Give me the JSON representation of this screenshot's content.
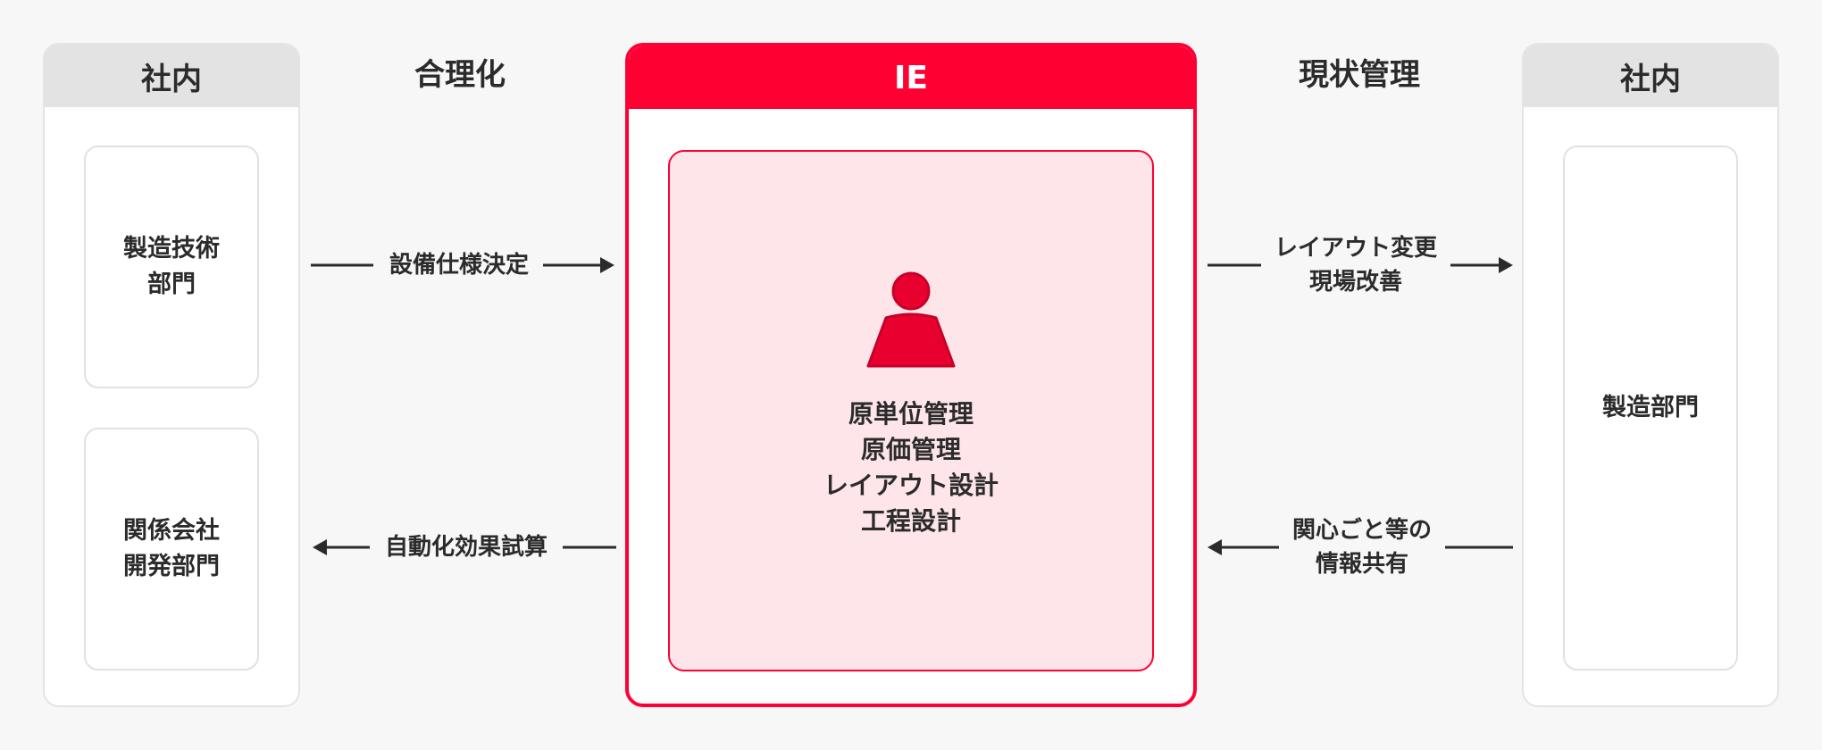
{
  "left_panel": {
    "header": "社内",
    "boxes": [
      "製造技術\n部門",
      "関係会社\n開発部門"
    ]
  },
  "right_panel": {
    "header": "社内",
    "box": "製造部門"
  },
  "headings": {
    "rationalize": "合理化",
    "status_management": "現状管理"
  },
  "ie": {
    "header": "IE",
    "tasks": [
      "原単位管理",
      "原価管理",
      "レイアウト設計",
      "工程設計"
    ],
    "icon": "person-icon"
  },
  "flows": {
    "equipment_spec": "設備仕様決定",
    "automation_estimate": "自動化効果試算",
    "layout_change": "レイアウト変更\n現場改善",
    "info_sharing": "関心ごと等の\n情報共有"
  },
  "colors": {
    "accent": "#ff0033",
    "accent_light": "#fde5ea",
    "panel_header": "#e3e3e3",
    "background": "#f7f7f7",
    "text": "#2b2b2b"
  }
}
